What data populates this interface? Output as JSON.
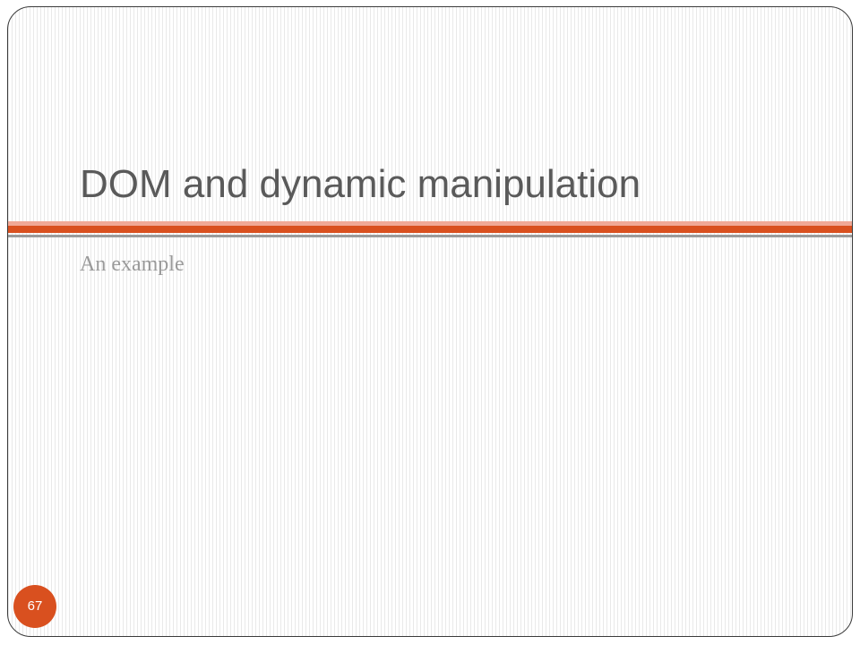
{
  "slide": {
    "title": "DOM and dynamic manipulation",
    "subtitle": "An example",
    "number": "67"
  },
  "colors": {
    "accent": "#d9501f",
    "accent_light": "#f0a896",
    "rule_gray": "#9b9b9b",
    "title_text": "#5a5a5a",
    "subtitle_text": "#9a9a9a"
  }
}
